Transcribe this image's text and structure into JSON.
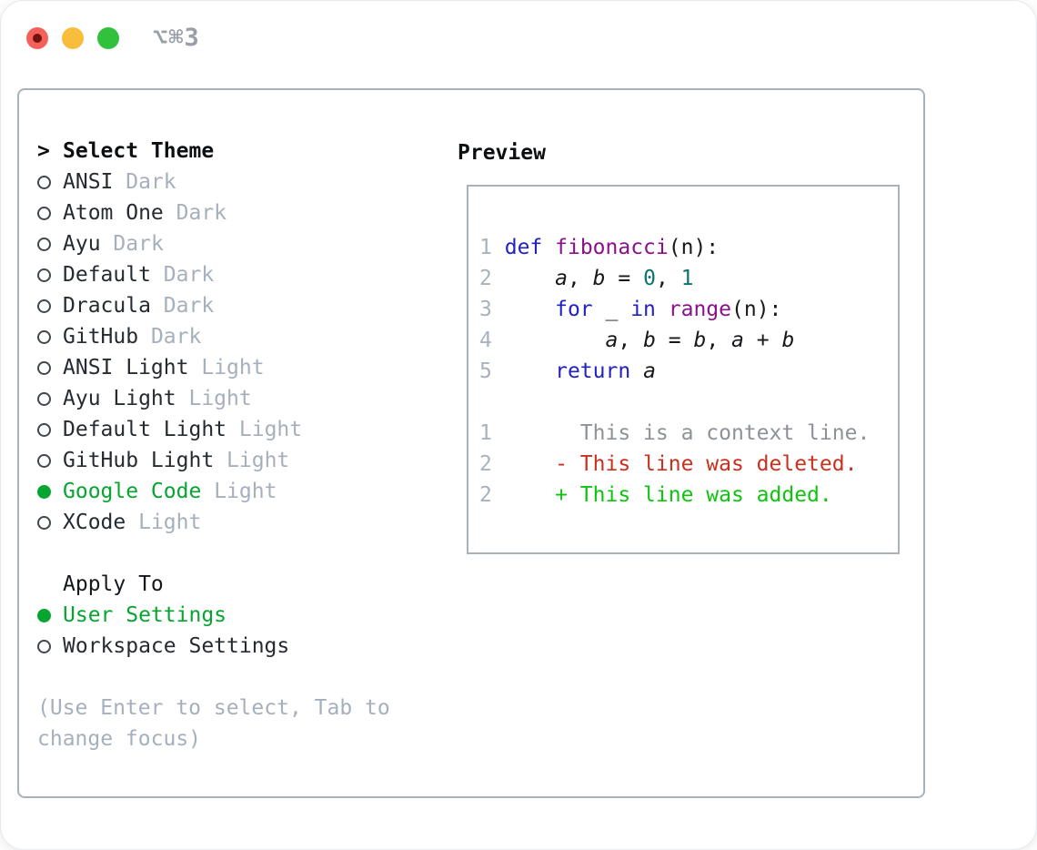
{
  "titlebar": {
    "title": "⌥⌘3"
  },
  "select_panel": {
    "header_prefix": ">",
    "header": "Select Theme",
    "themes": [
      {
        "name": "ANSI",
        "variant": "Dark",
        "selected": false
      },
      {
        "name": "Atom One",
        "variant": "Dark",
        "selected": false
      },
      {
        "name": "Ayu",
        "variant": "Dark",
        "selected": false
      },
      {
        "name": "Default",
        "variant": "Dark",
        "selected": false
      },
      {
        "name": "Dracula",
        "variant": "Dark",
        "selected": false
      },
      {
        "name": "GitHub",
        "variant": "Dark",
        "selected": false
      },
      {
        "name": "ANSI Light",
        "variant": "Light",
        "selected": false
      },
      {
        "name": "Ayu Light",
        "variant": "Light",
        "selected": false
      },
      {
        "name": "Default Light",
        "variant": "Light",
        "selected": false
      },
      {
        "name": "GitHub Light",
        "variant": "Light",
        "selected": false
      },
      {
        "name": "Google Code",
        "variant": "Light",
        "selected": true
      },
      {
        "name": "XCode",
        "variant": "Light",
        "selected": false
      }
    ],
    "apply_to": {
      "label": "Apply To",
      "options": [
        {
          "name": "User Settings",
          "selected": true
        },
        {
          "name": "Workspace Settings",
          "selected": false
        }
      ]
    },
    "hint_lines": [
      "(Use Enter to select, Tab to",
      "change focus)"
    ]
  },
  "preview": {
    "label": "Preview",
    "lines": [
      {
        "num": "1",
        "tokens": [
          [
            "kw",
            "def"
          ],
          [
            "pl",
            " "
          ],
          [
            "fn",
            "fibonacci"
          ],
          [
            "pl",
            "(n):"
          ]
        ]
      },
      {
        "num": "2",
        "tokens": [
          [
            "pl",
            "    "
          ],
          [
            "var",
            "a"
          ],
          [
            "pl",
            ", "
          ],
          [
            "var",
            "b"
          ],
          [
            "pl",
            " = "
          ],
          [
            "lit",
            "0"
          ],
          [
            "pl",
            ", "
          ],
          [
            "lit",
            "1"
          ]
        ]
      },
      {
        "num": "3",
        "tokens": [
          [
            "pl",
            "    "
          ],
          [
            "kw",
            "for"
          ],
          [
            "pl",
            " _ "
          ],
          [
            "kw",
            "in"
          ],
          [
            "pl",
            " "
          ],
          [
            "fn",
            "range"
          ],
          [
            "pl",
            "(n):"
          ]
        ]
      },
      {
        "num": "4",
        "tokens": [
          [
            "pl",
            "        "
          ],
          [
            "var",
            "a"
          ],
          [
            "pl",
            ", "
          ],
          [
            "var",
            "b"
          ],
          [
            "pl",
            " = "
          ],
          [
            "var",
            "b"
          ],
          [
            "pl",
            ", "
          ],
          [
            "var",
            "a"
          ],
          [
            "pl",
            " + "
          ],
          [
            "var",
            "b"
          ]
        ]
      },
      {
        "num": "5",
        "tokens": [
          [
            "pl",
            "    "
          ],
          [
            "kw",
            "return"
          ],
          [
            "pl",
            " "
          ],
          [
            "var",
            "a"
          ]
        ]
      },
      {
        "num": "",
        "tokens": []
      },
      {
        "num": "1",
        "tokens": [
          [
            "ctx",
            "      This is a context line."
          ]
        ]
      },
      {
        "num": "2",
        "tokens": [
          [
            "del",
            "    - This line was deleted."
          ]
        ]
      },
      {
        "num": "2",
        "tokens": [
          [
            "add",
            "    + This line was added."
          ]
        ]
      }
    ]
  },
  "colors": {
    "keyword": "#2222c2",
    "function_name": "#8b108b",
    "literal": "#0b7373",
    "diff_added": "#0fc40f",
    "diff_deleted": "#cb2f1d",
    "diff_context": "#8c9298",
    "selected_green": "#05a52f",
    "muted_gray": "#a6b0bc",
    "panel_border": "#a9b2bc",
    "traffic_red": "#f4605a",
    "traffic_yellow": "#f8bd3a",
    "traffic_green": "#31c13d"
  }
}
